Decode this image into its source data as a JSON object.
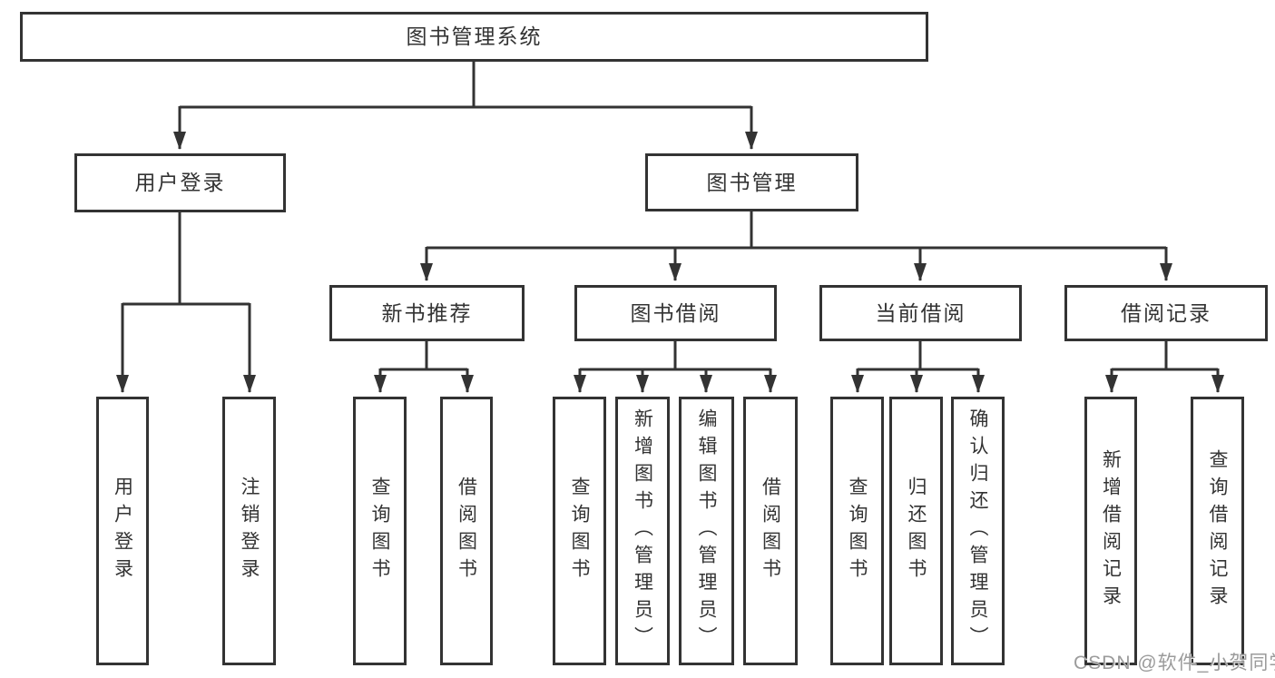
{
  "tree": {
    "label": "图书管理系统",
    "children": [
      {
        "label": "用户登录",
        "children": [
          {
            "label": "用户登录"
          },
          {
            "label": "注销登录"
          }
        ]
      },
      {
        "label": "图书管理",
        "children": [
          {
            "label": "新书推荐",
            "children": [
              {
                "label": "查询图书"
              },
              {
                "label": "借阅图书"
              }
            ]
          },
          {
            "label": "图书借阅",
            "children": [
              {
                "label": "查询图书"
              },
              {
                "label": "新增图书（管理员）"
              },
              {
                "label": "编辑图书（管理员）"
              },
              {
                "label": "借阅图书"
              }
            ]
          },
          {
            "label": "当前借阅",
            "children": [
              {
                "label": "查询图书"
              },
              {
                "label": "归还图书"
              },
              {
                "label": "确认归还（管理员）"
              }
            ]
          },
          {
            "label": "借阅记录",
            "children": [
              {
                "label": "新增借阅记录"
              },
              {
                "label": "查询借阅记录"
              }
            ]
          }
        ]
      }
    ]
  },
  "watermark": {
    "text": "CSDN @软件_小贺同学"
  },
  "colors": {
    "line": "#333333",
    "box_border": "#333333",
    "text": "#333333",
    "background": "#ffffff",
    "watermark": "#9b9b9b"
  }
}
